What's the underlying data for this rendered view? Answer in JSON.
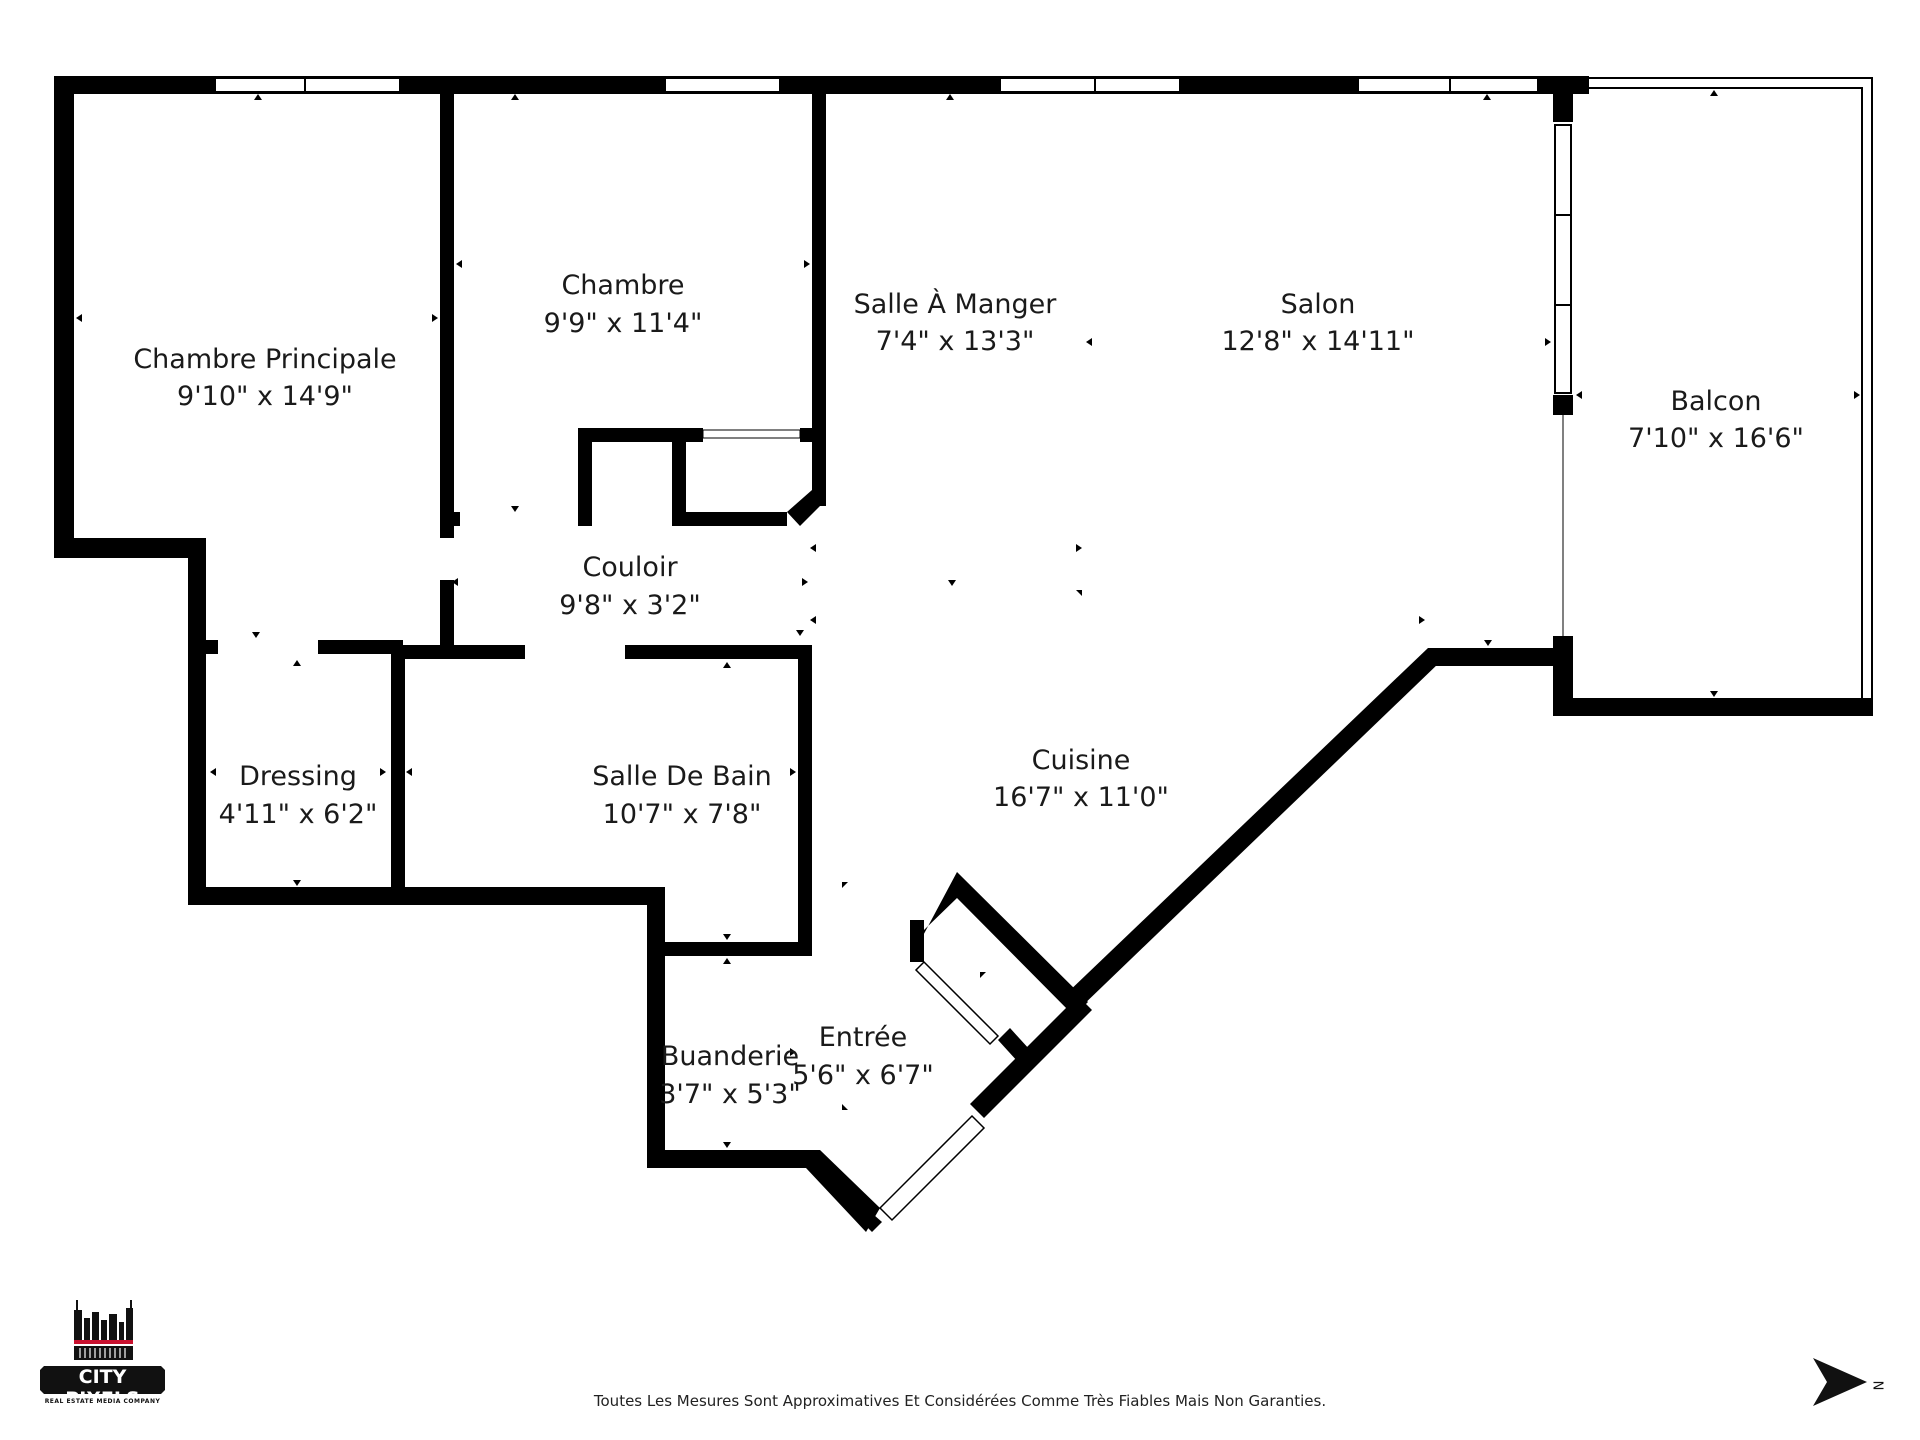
{
  "rooms": [
    {
      "id": "chambre-principale",
      "name": "Chambre Principale",
      "dimensions": "9'10\" x 14'9\""
    },
    {
      "id": "chambre",
      "name": "Chambre",
      "dimensions": "9'9\" x 11'4\""
    },
    {
      "id": "salle-a-manger",
      "name": "Salle À Manger",
      "dimensions": "7'4\" x 13'3\""
    },
    {
      "id": "salon",
      "name": "Salon",
      "dimensions": "12'8\" x 14'11\""
    },
    {
      "id": "balcon",
      "name": "Balcon",
      "dimensions": "7'10\" x 16'6\""
    },
    {
      "id": "couloir",
      "name": "Couloir",
      "dimensions": "9'8\" x 3'2\""
    },
    {
      "id": "dressing",
      "name": "Dressing",
      "dimensions": "4'11\" x 6'2\""
    },
    {
      "id": "salle-de-bain",
      "name": "Salle De Bain",
      "dimensions": "10'7\" x 7'8\""
    },
    {
      "id": "cuisine",
      "name": "Cuisine",
      "dimensions": "16'7\" x 11'0\""
    },
    {
      "id": "buanderie",
      "name": "Buanderie",
      "dimensions": "3'7\" x 5'3\""
    },
    {
      "id": "entree",
      "name": "Entrée",
      "dimensions": "5'6\" x 6'7\""
    }
  ],
  "disclaimer": "Toutes Les Mesures Sont Approximatives Et Considérées Comme Très Fiables Mais Non Garanties.",
  "logo": {
    "title": "CITY PIXELS",
    "subtitle": "REAL ESTATE MEDIA COMPANY"
  },
  "compass": {
    "label": "N",
    "icon": "north-arrow-icon"
  },
  "colors": {
    "wall": "#000000",
    "background": "#ffffff",
    "logo_accent": "#c8102e"
  }
}
